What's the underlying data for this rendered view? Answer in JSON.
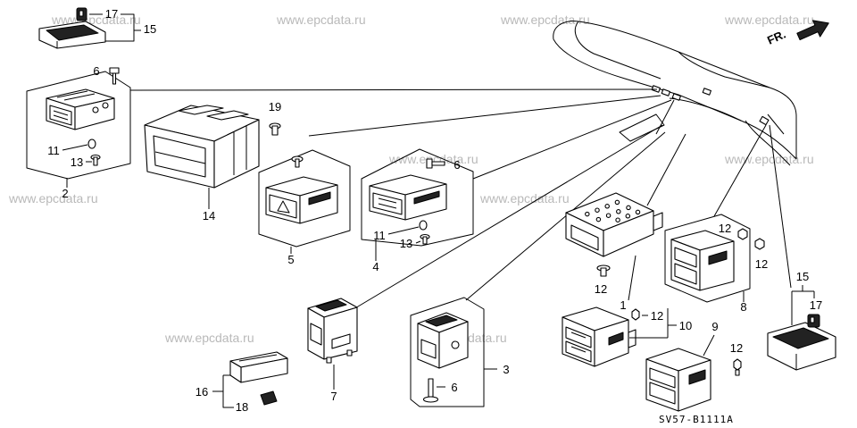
{
  "watermark": "www.epcdata.ru",
  "direction_label": "FR.",
  "diagram_code": "SV57-B1111A",
  "callouts": [
    "17",
    "15",
    "6",
    "11",
    "13",
    "2",
    "14",
    "19",
    "5",
    "6",
    "11",
    "13",
    "4",
    "12",
    "1",
    "12",
    "10",
    "9",
    "12",
    "12",
    "12",
    "8",
    "15",
    "17",
    "16",
    "18",
    "7",
    "3",
    "6"
  ],
  "colors": {
    "line": "#000000",
    "watermark": "#b9b9b9",
    "background": "#ffffff"
  }
}
